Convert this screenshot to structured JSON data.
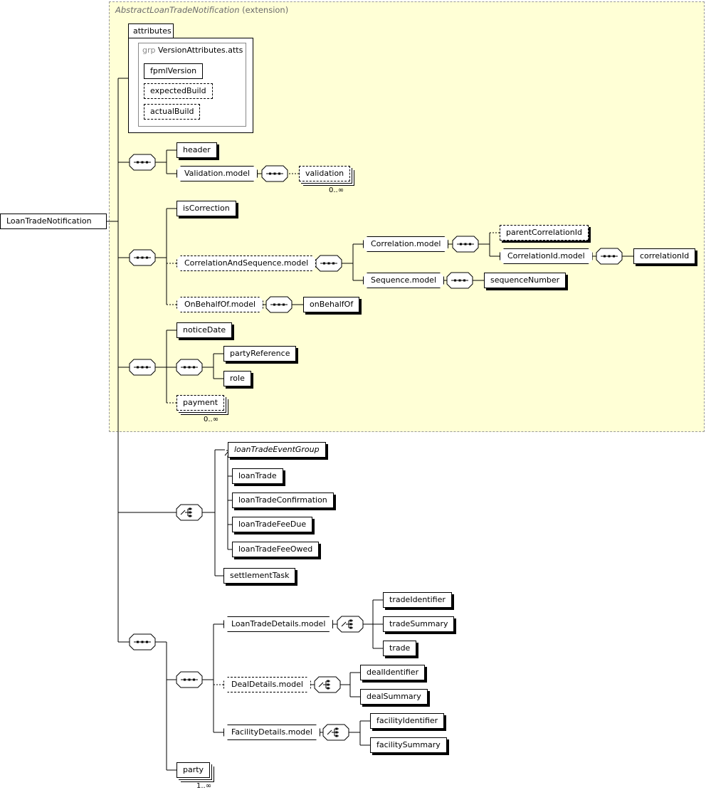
{
  "extension": {
    "base": "AbstractLoanTradeNotification",
    "suffix": "(extension)"
  },
  "attributes": {
    "tab": "attributes",
    "group_prefix": "grp",
    "group_name": "VersionAttributes.atts",
    "items": [
      "fpmlVersion",
      "expectedBuild",
      "actualBuild"
    ]
  },
  "root": "LoanTradeNotification",
  "elements": {
    "header": "header",
    "validation_model": "Validation.model",
    "validation": "validation",
    "isCorrection": "isCorrection",
    "correlation_and_sequence_model": "CorrelationAndSequence.model",
    "correlation_model": "Correlation.model",
    "parentCorrelationId": "parentCorrelationId",
    "correlationId_model": "CorrelationId.model",
    "correlationId": "correlationId",
    "sequence_model": "Sequence.model",
    "sequenceNumber": "sequenceNumber",
    "onBehalfOf_model": "OnBehalfOf.model",
    "onBehalfOf": "onBehalfOf",
    "noticeDate": "noticeDate",
    "partyReference": "partyReference",
    "role": "role",
    "payment": "payment",
    "loanTradeEventGroup": "loanTradeEventGroup",
    "loanTrade": "loanTrade",
    "loanTradeConfirmation": "loanTradeConfirmation",
    "loanTradeFeeDue": "loanTradeFeeDue",
    "loanTradeFeeOwed": "loanTradeFeeOwed",
    "settlementTask": "settlementTask",
    "loanTradeDetails_model": "LoanTradeDetails.model",
    "tradeIdentifier": "tradeIdentifier",
    "tradeSummary": "tradeSummary",
    "trade": "trade",
    "dealDetails_model": "DealDetails.model",
    "dealIdentifier": "dealIdentifier",
    "dealSummary": "dealSummary",
    "facilityDetails_model": "FacilityDetails.model",
    "facilityIdentifier": "facilityIdentifier",
    "facilitySummary": "facilitySummary",
    "party": "party"
  },
  "cardinalities": {
    "validation": "0..∞",
    "payment": "0..∞",
    "party": "1..∞"
  }
}
